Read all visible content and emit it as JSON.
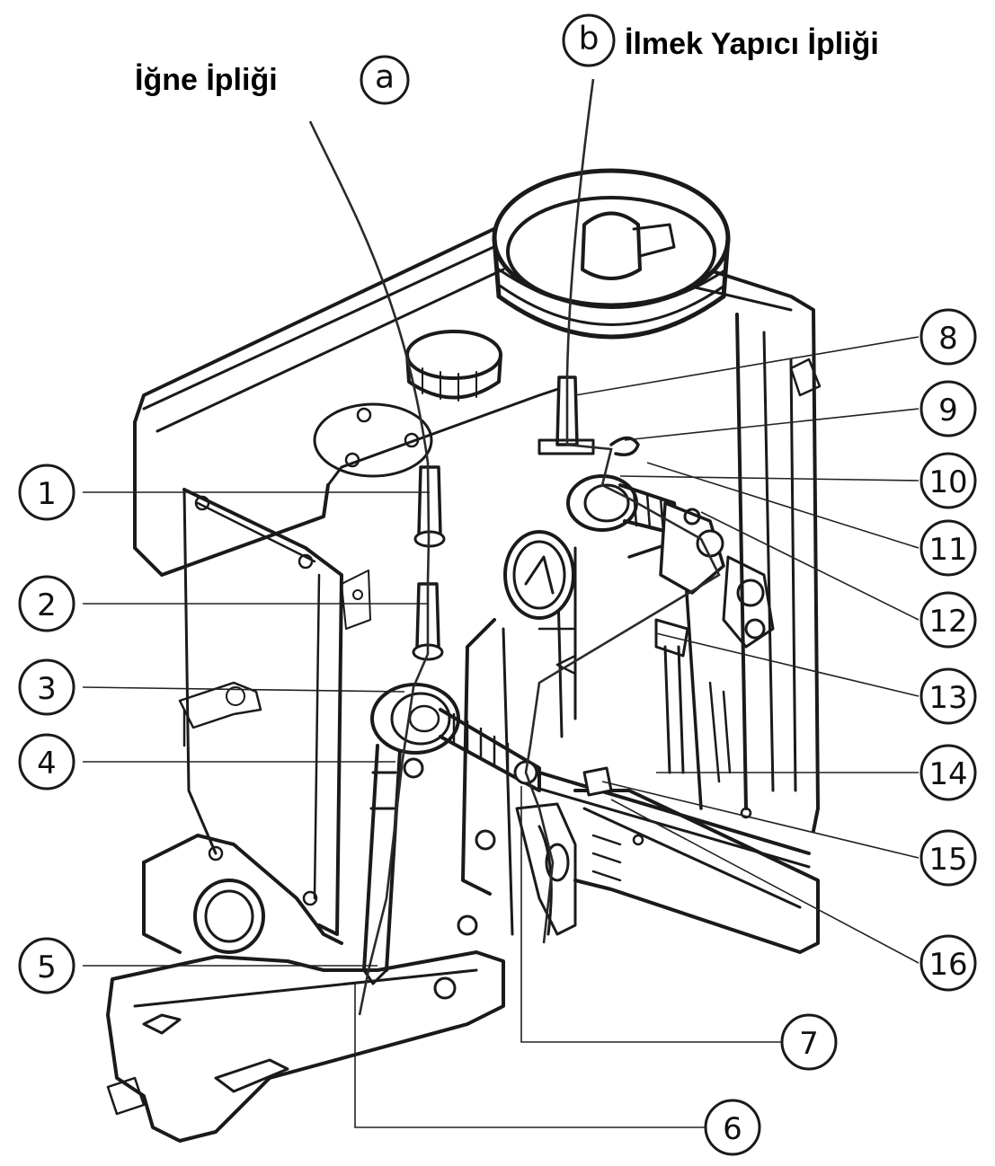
{
  "labels": {
    "needle_thread": "İğne İpliği",
    "needle_thread_letter": "a",
    "looper_thread": "İlmek Yapıcı İpliği",
    "looper_thread_letter": "b"
  },
  "callouts": [
    "1",
    "2",
    "3",
    "4",
    "5",
    "6",
    "7",
    "8",
    "9",
    "10",
    "11",
    "12",
    "13",
    "14",
    "15",
    "16"
  ]
}
